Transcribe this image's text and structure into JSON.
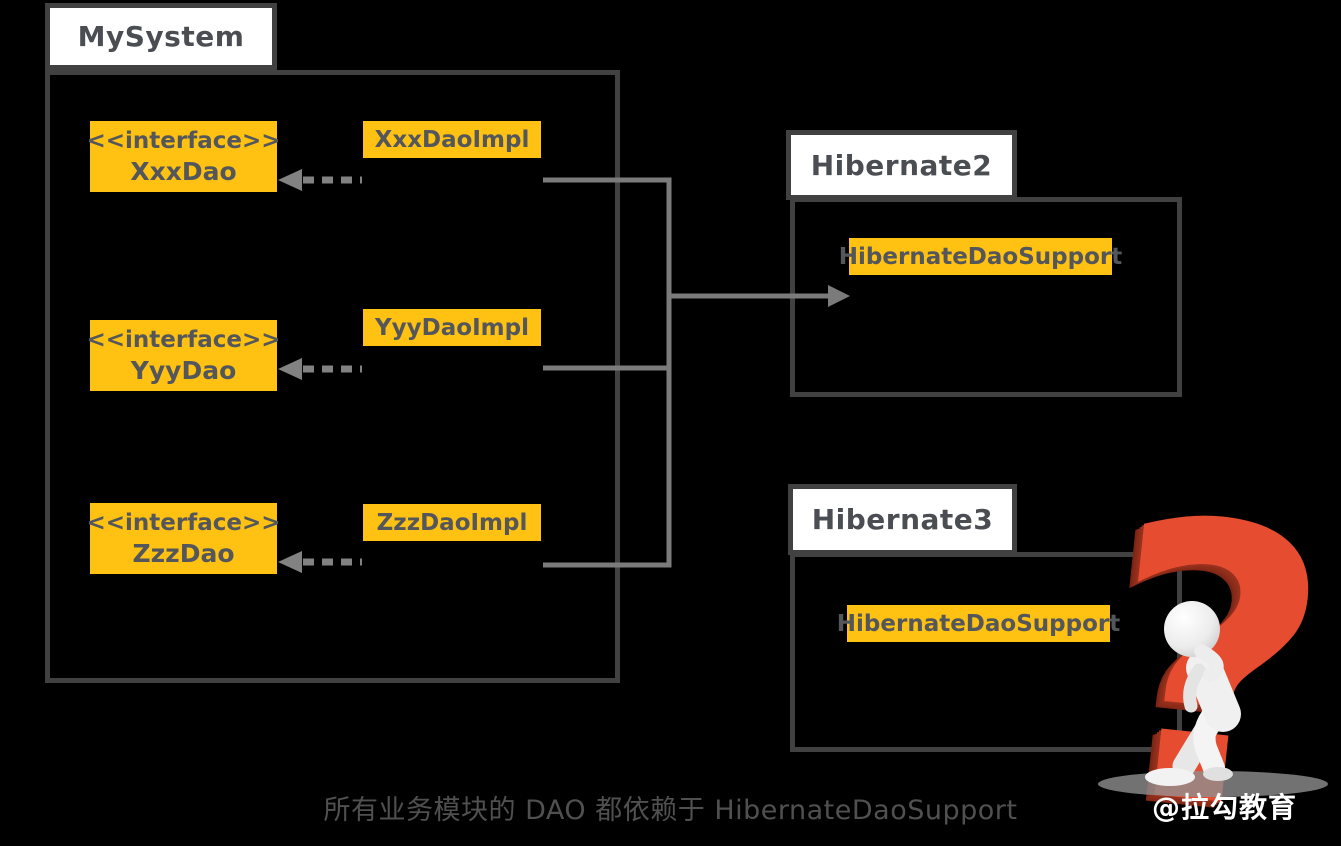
{
  "diagram": {
    "caption": "所有业务模块的 DAO 都依赖于 HibernateDaoSupport",
    "watermark": "@拉勾教育",
    "question_glyph": "?"
  },
  "colors": {
    "background": "#000000",
    "package_border": "#414141",
    "tab_fill": "#ffffff",
    "box_fill": "#ffc112",
    "box_text": "#53575b",
    "connector_gray": "#7b7b7b",
    "caption_text": "#505050",
    "question_red": "#e64c2f",
    "watermark_text": "#ffffff"
  },
  "mysystem": {
    "label": "MySystem",
    "rows": [
      {
        "stereotype": "<<interface>>",
        "interface": "XxxDao",
        "impl": "XxxDaoImpl"
      },
      {
        "stereotype": "<<interface>>",
        "interface": "YyyDao",
        "impl": "YyyDaoImpl"
      },
      {
        "stereotype": "<<interface>>",
        "interface": "ZzzDao",
        "impl": "ZzzDaoImpl"
      }
    ]
  },
  "hibernate2": {
    "label": "Hibernate2",
    "class_name": "HibernateDaoSupport"
  },
  "hibernate3": {
    "label": "Hibernate3",
    "class_name": "HibernateDaoSupport"
  }
}
